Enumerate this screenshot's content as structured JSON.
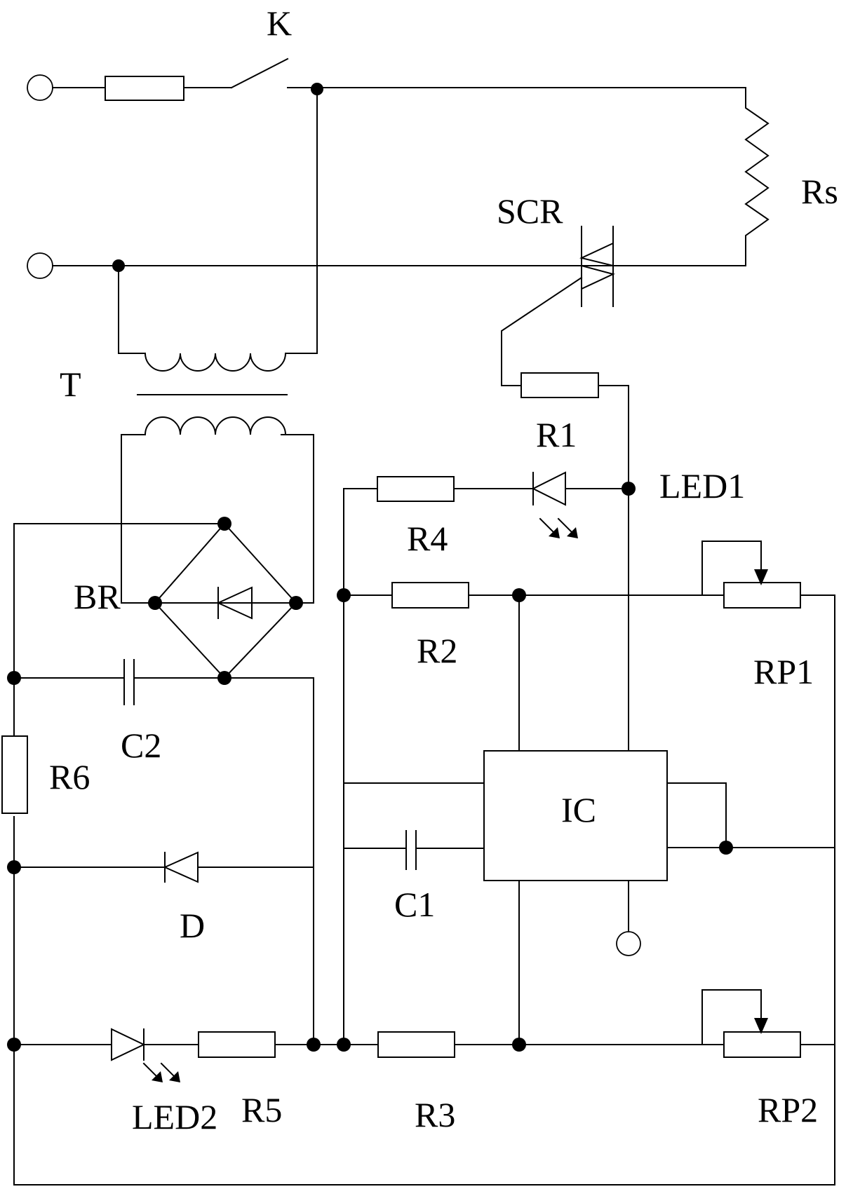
{
  "labels": {
    "switch": "K",
    "load": "Rs",
    "thyristor": "SCR",
    "transformer": "T",
    "bridge": "BR",
    "r1": "R1",
    "led1": "LED1",
    "r4": "R4",
    "r2": "R2",
    "rp1": "RP1",
    "c2": "C2",
    "r6": "R6",
    "ic": "IC",
    "c1": "C1",
    "diode": "D",
    "led2": "LED2",
    "r5": "R5",
    "r3": "R3",
    "rp2": "RP2"
  }
}
